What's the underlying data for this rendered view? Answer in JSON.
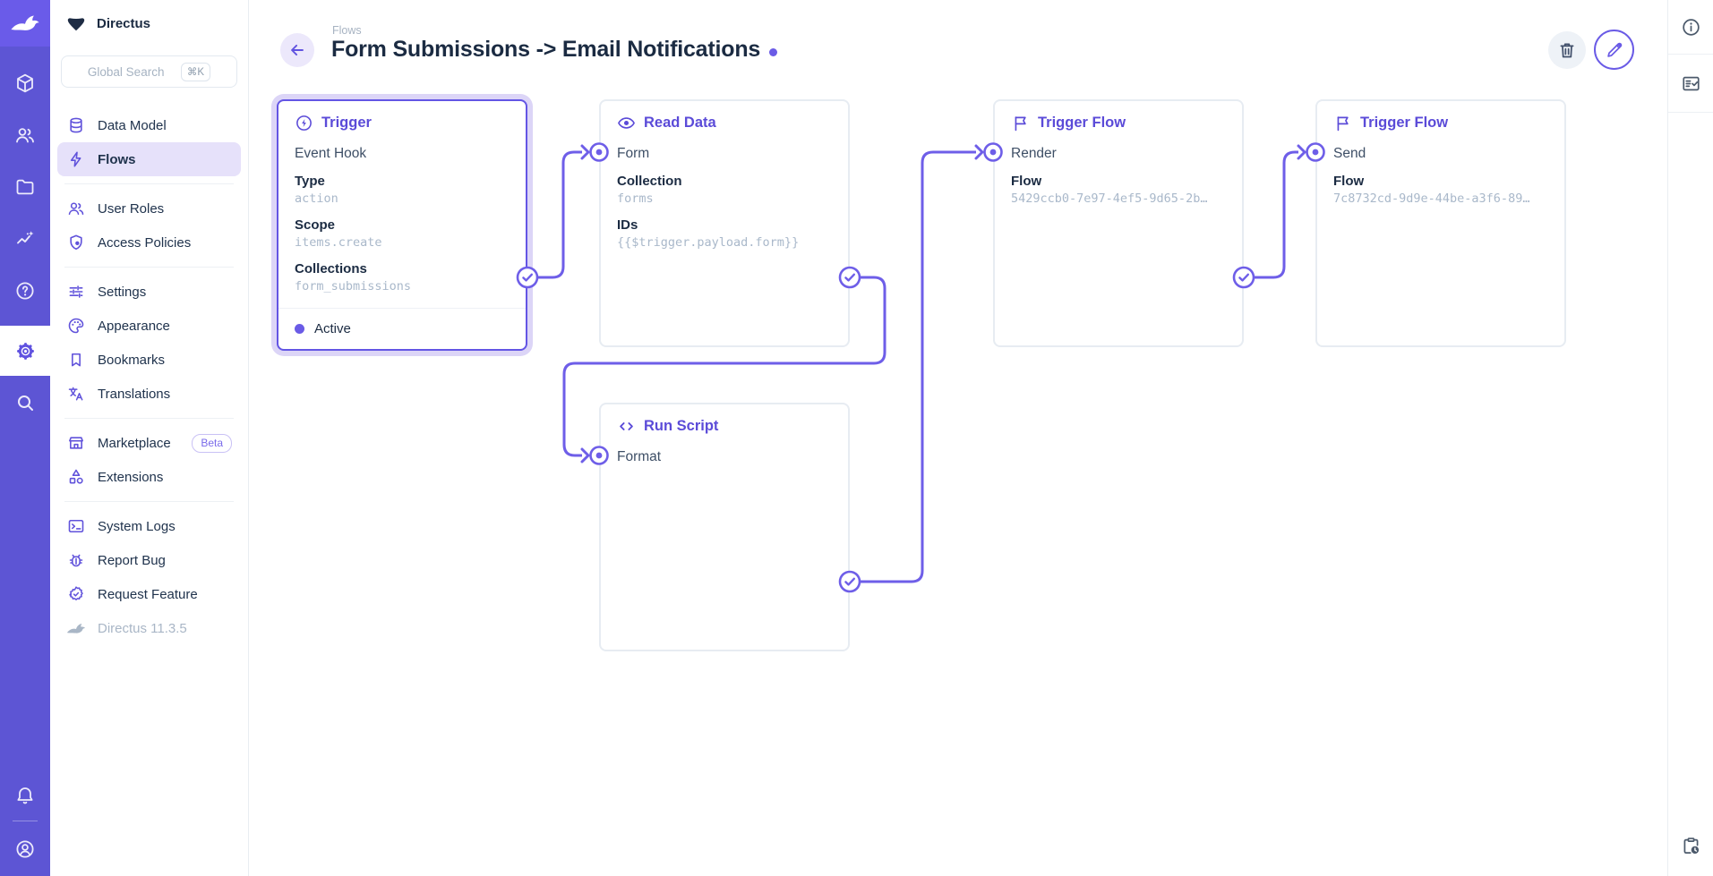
{
  "app": {
    "name": "Directus"
  },
  "module_bar": {
    "items": [
      "content",
      "users",
      "files",
      "insights",
      "help",
      "settings",
      "search"
    ],
    "active": "settings",
    "bottom_items": [
      "notifications",
      "account"
    ]
  },
  "sidebar": {
    "project_name": "Directus",
    "search": {
      "placeholder": "Global Search",
      "shortcut": "⌘K"
    },
    "sections": [
      {
        "items": [
          {
            "label": "Data Model",
            "icon": "database-icon"
          },
          {
            "label": "Flows",
            "icon": "bolt-icon",
            "active": true
          }
        ]
      },
      {
        "items": [
          {
            "label": "User Roles",
            "icon": "users-icon"
          },
          {
            "label": "Access Policies",
            "icon": "shield-lock-icon"
          }
        ]
      },
      {
        "items": [
          {
            "label": "Settings",
            "icon": "tune-icon"
          },
          {
            "label": "Appearance",
            "icon": "palette-icon"
          },
          {
            "label": "Bookmarks",
            "icon": "bookmark-icon"
          },
          {
            "label": "Translations",
            "icon": "translate-icon"
          }
        ]
      },
      {
        "items": [
          {
            "label": "Marketplace",
            "icon": "storefront-icon",
            "badge": "Beta"
          },
          {
            "label": "Extensions",
            "icon": "shapes-icon"
          }
        ]
      },
      {
        "items": [
          {
            "label": "System Logs",
            "icon": "terminal-icon"
          },
          {
            "label": "Report Bug",
            "icon": "bug-icon"
          },
          {
            "label": "Request Feature",
            "icon": "feature-badge-icon"
          }
        ]
      }
    ],
    "version": "Directus 11.3.5"
  },
  "header": {
    "breadcrumb": "Flows",
    "title": "Form Submissions -> Email Notifications",
    "actions": [
      "delete",
      "edit"
    ]
  },
  "canvas": {
    "cards": [
      {
        "title": "Trigger",
        "icon": "bolt-circle-icon",
        "subtitle": "Event Hook",
        "fields": [
          {
            "label": "Type",
            "value": "action"
          },
          {
            "label": "Scope",
            "value": "items.create"
          },
          {
            "label": "Collections",
            "value": "form_submissions"
          }
        ],
        "status": "Active",
        "selected": true
      },
      {
        "title": "Read Data",
        "icon": "eye-icon",
        "subtitle": "Form",
        "fields": [
          {
            "label": "Collection",
            "value": "forms"
          },
          {
            "label": "IDs",
            "value": "{{$trigger.payload.form}}"
          }
        ]
      },
      {
        "title": "Trigger Flow",
        "icon": "flag-icon",
        "subtitle": "Render",
        "fields": [
          {
            "label": "Flow",
            "value": "5429ccb0-7e97-4ef5-9d65-2b…"
          }
        ]
      },
      {
        "title": "Trigger Flow",
        "icon": "flag-icon",
        "subtitle": "Send",
        "fields": [
          {
            "label": "Flow",
            "value": "7c8732cd-9d9e-44be-a3f6-89…"
          }
        ]
      },
      {
        "title": "Run Script",
        "icon": "code-icon",
        "subtitle": "Format",
        "fields": []
      }
    ]
  },
  "right_bar": {
    "items": [
      "info",
      "sidebar-detail",
      "activity"
    ]
  },
  "colors": {
    "module_bar": "#5D55D4",
    "logo_tile": "#6A5BE9",
    "accent": "#6153E0",
    "connector": "#6E5EE8",
    "active_nav_bg": "#E6E1FA",
    "selection_halo": "#DCD5F7",
    "status_dot": "#6A5BE6",
    "text_dark": "#1B2B42",
    "mono_value": "#A9B8CA"
  }
}
